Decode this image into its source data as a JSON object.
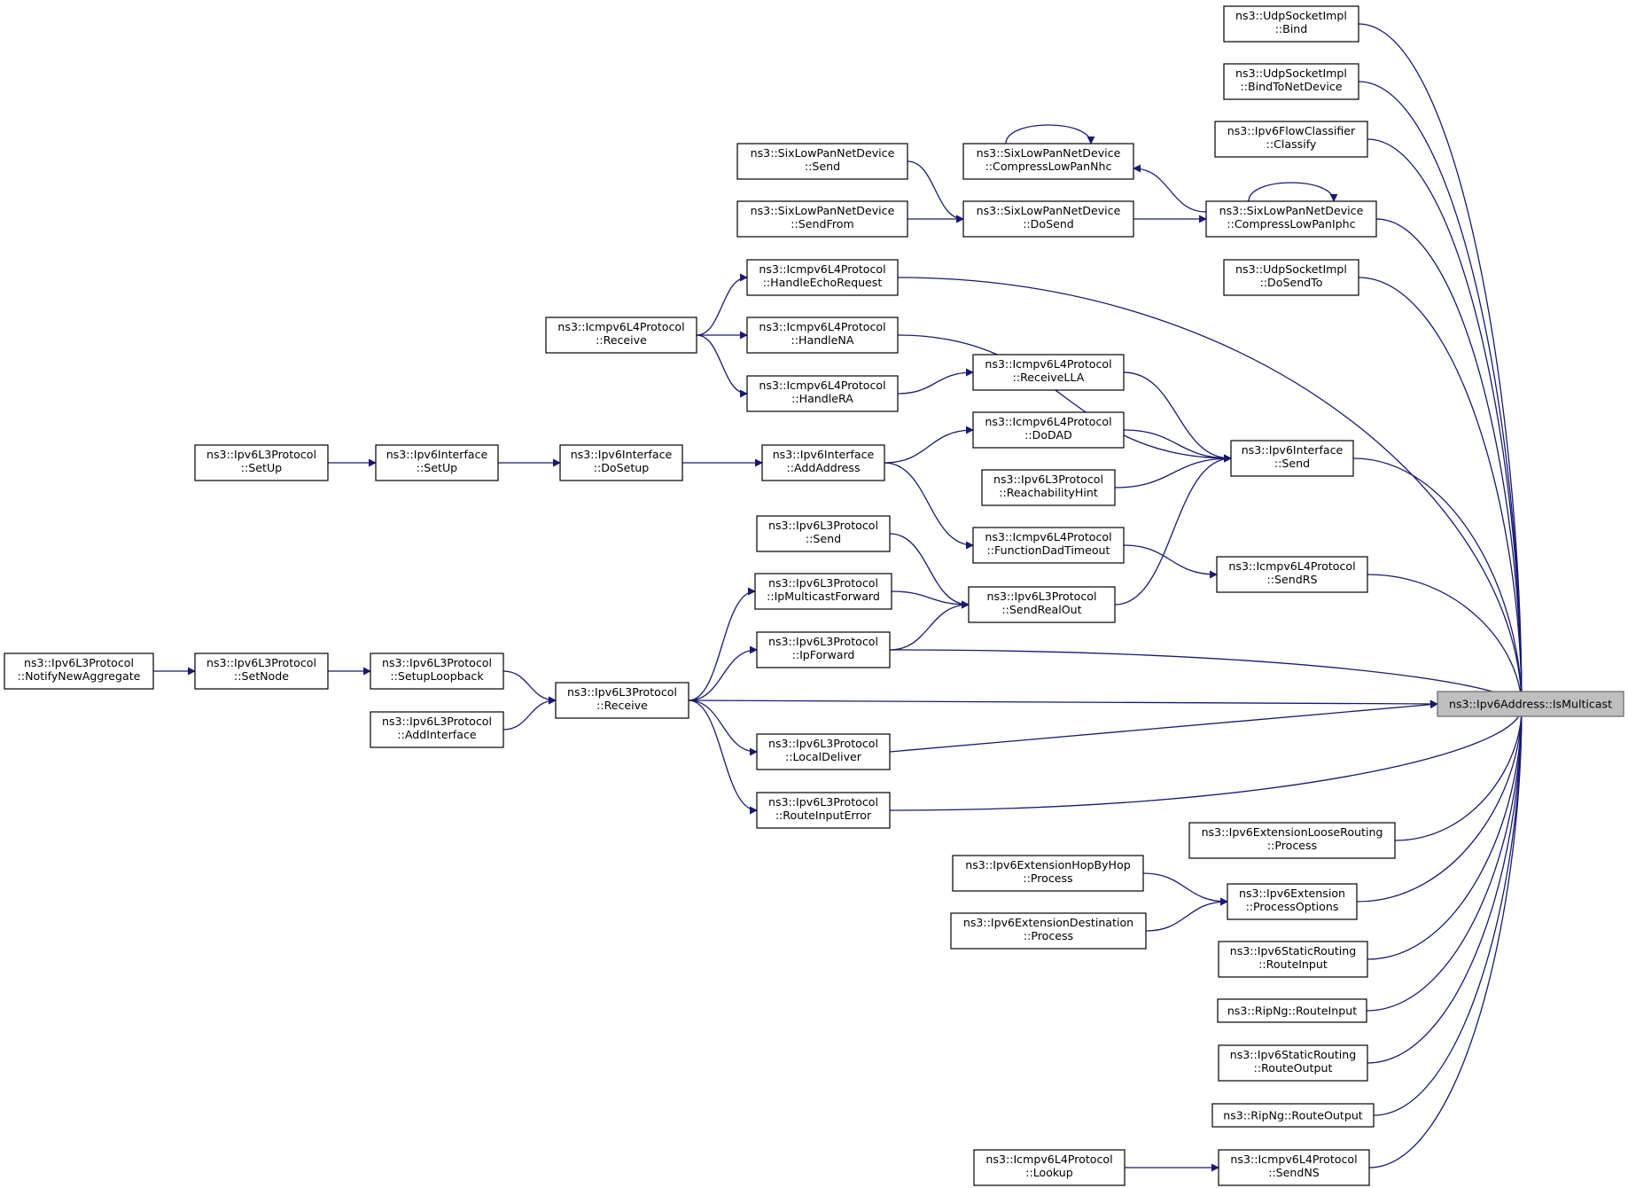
{
  "graph": {
    "edge_color": "#191970",
    "root_fill": "#bfbfbf",
    "nodes": [
      {
        "id": "root",
        "lines": [
          "ns3::Ipv6Address::IsMulticast"
        ],
        "root": true
      },
      {
        "id": "udp_bind",
        "lines": [
          "ns3::UdpSocketImpl",
          "::Bind"
        ]
      },
      {
        "id": "udp_bindnet",
        "lines": [
          "ns3::UdpSocketImpl",
          "::BindToNetDevice"
        ]
      },
      {
        "id": "flow_classify",
        "lines": [
          "ns3::Ipv6FlowClassifier",
          "::Classify"
        ]
      },
      {
        "id": "compress_nhc",
        "lines": [
          "ns3::SixLowPanNetDevice",
          "::CompressLowPanNhc"
        ]
      },
      {
        "id": "compress_iphc",
        "lines": [
          "ns3::SixLowPanNetDevice",
          "::CompressLowPanIphc"
        ]
      },
      {
        "id": "sixlow_send",
        "lines": [
          "ns3::SixLowPanNetDevice",
          "::Send"
        ]
      },
      {
        "id": "sixlow_sendfrom",
        "lines": [
          "ns3::SixLowPanNetDevice",
          "::SendFrom"
        ]
      },
      {
        "id": "sixlow_dosend",
        "lines": [
          "ns3::SixLowPanNetDevice",
          "::DoSend"
        ]
      },
      {
        "id": "udp_dosendto",
        "lines": [
          "ns3::UdpSocketImpl",
          "::DoSendTo"
        ]
      },
      {
        "id": "icmp_echo",
        "lines": [
          "ns3::Icmpv6L4Protocol",
          "::HandleEchoRequest"
        ]
      },
      {
        "id": "icmp_receive",
        "lines": [
          "ns3::Icmpv6L4Protocol",
          "::Receive"
        ]
      },
      {
        "id": "icmp_na",
        "lines": [
          "ns3::Icmpv6L4Protocol",
          "::HandleNA"
        ]
      },
      {
        "id": "icmp_ra",
        "lines": [
          "ns3::Icmpv6L4Protocol",
          "::HandleRA"
        ]
      },
      {
        "id": "icmp_rlla",
        "lines": [
          "ns3::Icmpv6L4Protocol",
          "::ReceiveLLA"
        ]
      },
      {
        "id": "icmp_dodad",
        "lines": [
          "ns3::Icmpv6L4Protocol",
          "::DoDAD"
        ]
      },
      {
        "id": "iface_send",
        "lines": [
          "ns3::Ipv6Interface",
          "::Send"
        ]
      },
      {
        "id": "l3_setup",
        "lines": [
          "ns3::Ipv6L3Protocol",
          "::SetUp"
        ]
      },
      {
        "id": "iface_setup",
        "lines": [
          "ns3::Ipv6Interface",
          "::SetUp"
        ]
      },
      {
        "id": "iface_dosetup",
        "lines": [
          "ns3::Ipv6Interface",
          "::DoSetup"
        ]
      },
      {
        "id": "iface_addaddr",
        "lines": [
          "ns3::Ipv6Interface",
          "::AddAddress"
        ]
      },
      {
        "id": "l3_reach",
        "lines": [
          "ns3::Ipv6L3Protocol",
          "::ReachabilityHint"
        ]
      },
      {
        "id": "l3_send",
        "lines": [
          "ns3::Ipv6L3Protocol",
          "::Send"
        ]
      },
      {
        "id": "icmp_dadtimeout",
        "lines": [
          "ns3::Icmpv6L4Protocol",
          "::FunctionDadTimeout"
        ]
      },
      {
        "id": "icmp_sendrs",
        "lines": [
          "ns3::Icmpv6L4Protocol",
          "::SendRS"
        ]
      },
      {
        "id": "l3_ipmcast",
        "lines": [
          "ns3::Ipv6L3Protocol",
          "::IpMulticastForward"
        ]
      },
      {
        "id": "l3_sendrealout",
        "lines": [
          "ns3::Ipv6L3Protocol",
          "::SendRealOut"
        ]
      },
      {
        "id": "l3_ipforward",
        "lines": [
          "ns3::Ipv6L3Protocol",
          "::IpForward"
        ]
      },
      {
        "id": "l3_notify",
        "lines": [
          "ns3::Ipv6L3Protocol",
          "::NotifyNewAggregate"
        ]
      },
      {
        "id": "l3_setnode",
        "lines": [
          "ns3::Ipv6L3Protocol",
          "::SetNode"
        ]
      },
      {
        "id": "l3_setuploop",
        "lines": [
          "ns3::Ipv6L3Protocol",
          "::SetupLoopback"
        ]
      },
      {
        "id": "l3_receive",
        "lines": [
          "ns3::Ipv6L3Protocol",
          "::Receive"
        ]
      },
      {
        "id": "l3_addiface",
        "lines": [
          "ns3::Ipv6L3Protocol",
          "::AddInterface"
        ]
      },
      {
        "id": "l3_localdeliver",
        "lines": [
          "ns3::Ipv6L3Protocol",
          "::LocalDeliver"
        ]
      },
      {
        "id": "l3_routeinerr",
        "lines": [
          "ns3::Ipv6L3Protocol",
          "::RouteInputError"
        ]
      },
      {
        "id": "ext_loose",
        "lines": [
          "ns3::Ipv6ExtensionLooseRouting",
          "::Process"
        ]
      },
      {
        "id": "ext_hbh",
        "lines": [
          "ns3::Ipv6ExtensionHopByHop",
          "::Process"
        ]
      },
      {
        "id": "ext_procopts",
        "lines": [
          "ns3::Ipv6Extension",
          "::ProcessOptions"
        ]
      },
      {
        "id": "ext_dest",
        "lines": [
          "ns3::Ipv6ExtensionDestination",
          "::Process"
        ]
      },
      {
        "id": "static_rin",
        "lines": [
          "ns3::Ipv6StaticRouting",
          "::RouteInput"
        ]
      },
      {
        "id": "ripng_rin",
        "lines": [
          "ns3::RipNg::RouteInput"
        ]
      },
      {
        "id": "static_rout",
        "lines": [
          "ns3::Ipv6StaticRouting",
          "::RouteOutput"
        ]
      },
      {
        "id": "ripng_rout",
        "lines": [
          "ns3::RipNg::RouteOutput"
        ]
      },
      {
        "id": "icmp_lookup",
        "lines": [
          "ns3::Icmpv6L4Protocol",
          "::Lookup"
        ]
      },
      {
        "id": "icmp_sendns",
        "lines": [
          "ns3::Icmpv6L4Protocol",
          "::SendNS"
        ]
      }
    ]
  }
}
